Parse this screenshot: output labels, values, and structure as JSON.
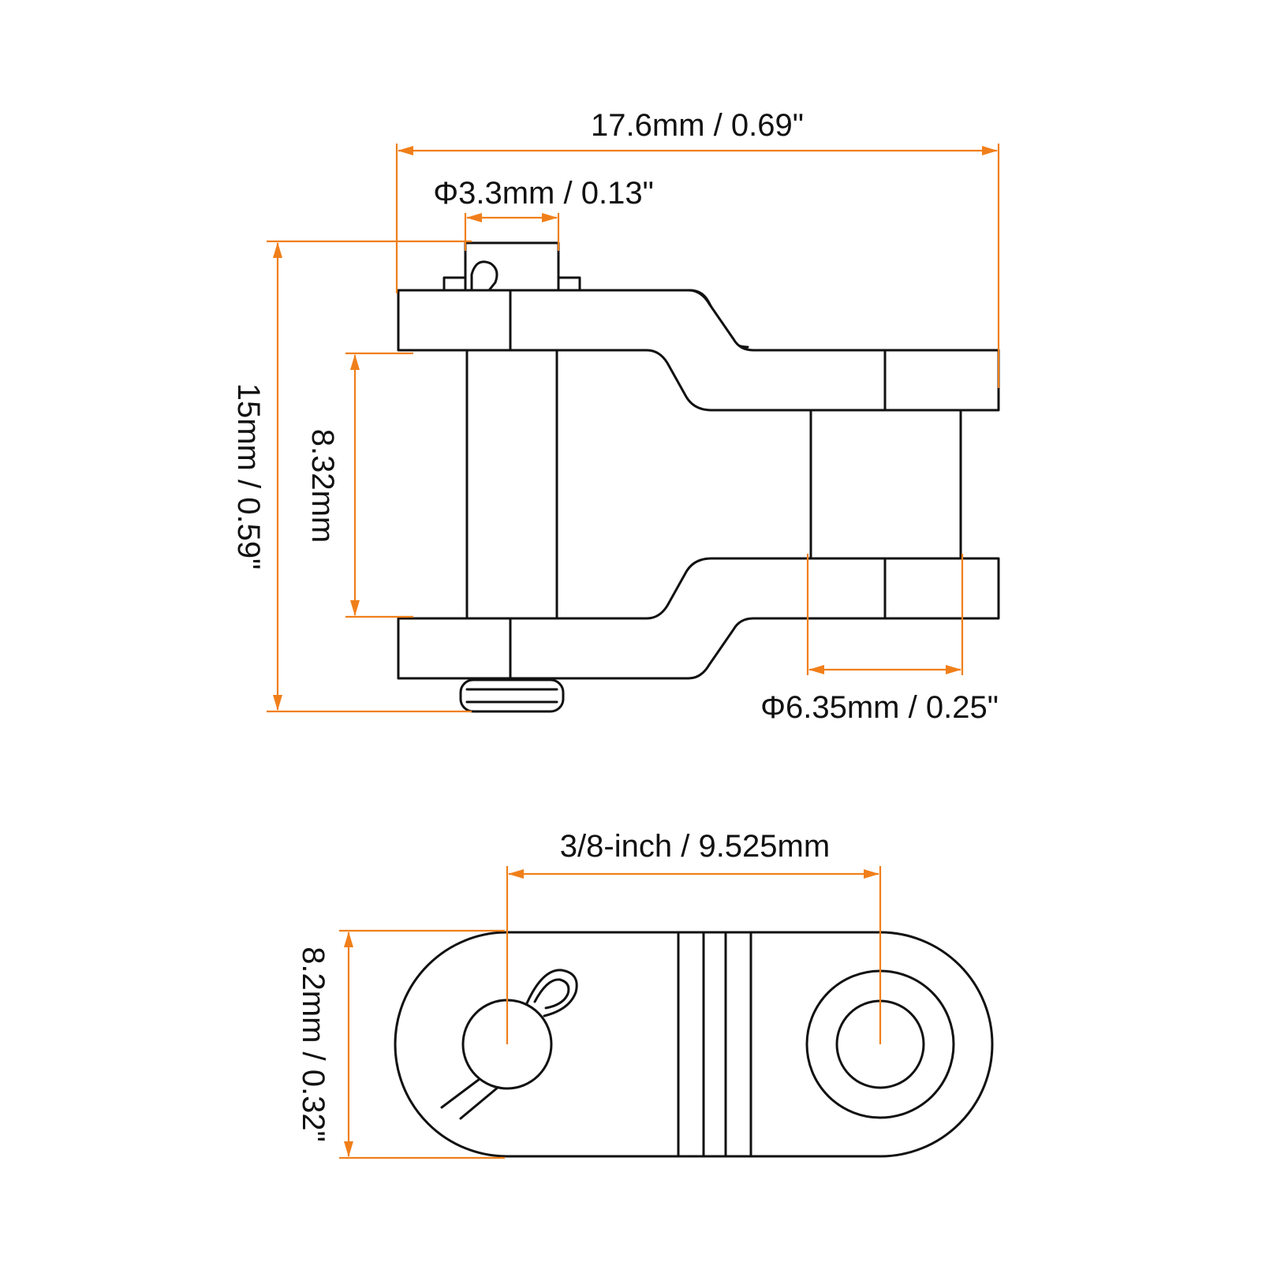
{
  "dimensions": {
    "overall_length": "17.6mm / 0.69\"",
    "pin_diameter": "Φ3.3mm / 0.13\"",
    "overall_height": "15mm / 0.59\"",
    "inner_width": "8.32mm",
    "roller_diameter": "Φ6.35mm / 0.25\"",
    "pitch": "3/8-inch / 9.525mm",
    "plate_height": "8.2mm / 0.32\""
  },
  "colors": {
    "dimension_lines": "#f07f1a",
    "outline": "#111111",
    "background": "#ffffff"
  }
}
